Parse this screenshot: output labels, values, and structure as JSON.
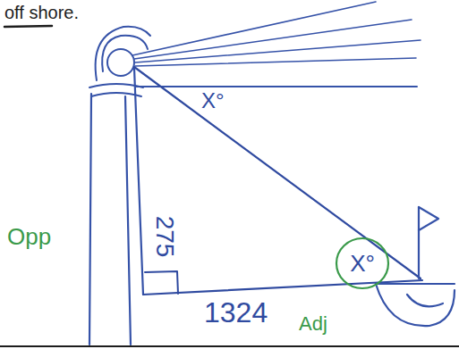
{
  "diagram": {
    "nodes": [
      {
        "text": [
          "X°"
        ]
      }
    ],
    "labels": [
      "off shore.",
      "X°",
      "275",
      "Opp",
      "1324",
      "Adj"
    ]
  }
}
